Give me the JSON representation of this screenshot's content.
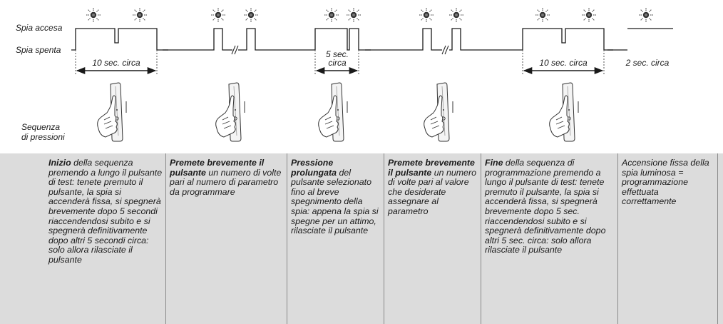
{
  "labels": {
    "spia_accesa": "Spia accesa",
    "spia_spenta": "Spia spenta",
    "sequenza_1": "Sequenza",
    "sequenza_2": "di pressioni",
    "duration_1": "10 sec. circa",
    "duration_2_line1": "5 sec.",
    "duration_2_line2": "circa",
    "duration_3": "10 sec. circa",
    "duration_4": "2 sec. circa"
  },
  "steps": [
    {
      "bold": "Inizio",
      "text": " della sequenza premendo a lungo il pulsante di test: tenete premuto il pulsante, la spia si accenderà fissa, si spegnerà brevemente dopo 5 secondi riaccendendosi subito e si spegnerà definitivamente dopo altri 5 secondi circa: solo allora rilasciate il pulsante"
    },
    {
      "bold": "Premete brevemente il pulsante",
      "text": " un numero di volte pari al numero di parametro da programmare"
    },
    {
      "bold": "Pressione prolungata",
      "text": " del pulsante selezionato fino al breve spegnimento della spia: appena la spia si spegne per un attimo, rilasciate il pulsante"
    },
    {
      "bold": "Premete brevemente il pulsante",
      "text": " un numero di volte pari al valore che desiderate assegnare al parametro"
    },
    {
      "bold": "Fine",
      "text": " della sequenza di programmazione premendo a lungo il pulsante di test: tenete premuto il pulsante, la spia si accenderà fissa, si spegnerà brevemente dopo 5 sec. riaccendendosi subito e si spegnerà definitivamente dopo altri 5 sec. circa: solo allora rilasciate il pulsante"
    },
    {
      "bold": "",
      "text": "Accensione fissa della spia luminosa = programmazione effettuata correttamente"
    }
  ],
  "icons": {
    "lamp": "lamp-on-icon",
    "remote": "remote-press-icon"
  },
  "colors": {
    "panel_bg": "#dcdcdc",
    "line": "#1a1a1a"
  }
}
